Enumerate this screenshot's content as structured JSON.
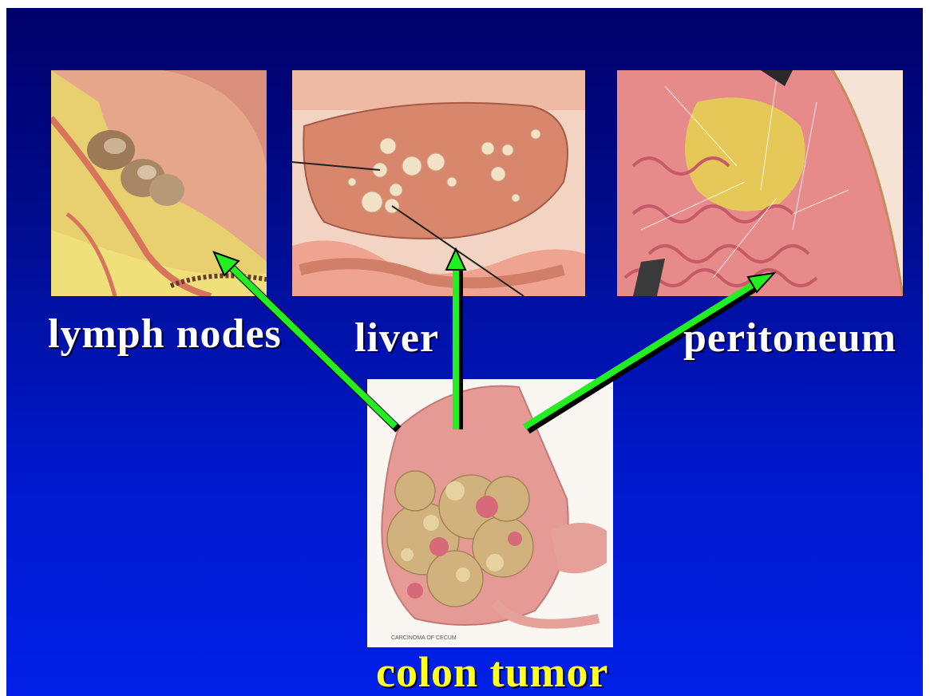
{
  "labels": {
    "lymph_nodes": "lymph nodes",
    "liver": "liver",
    "peritoneum": "peritoneum",
    "colon_tumor": "colon tumor"
  },
  "colon_caption": "CARCINOMA OF CECUM",
  "colors": {
    "background_top": "#00006a",
    "background_bottom": "#0020e8",
    "label_text": "#ffffff",
    "primary_label_text": "#ffff22",
    "arrow": "#22ee22",
    "arrow_shadow": "#000000"
  }
}
